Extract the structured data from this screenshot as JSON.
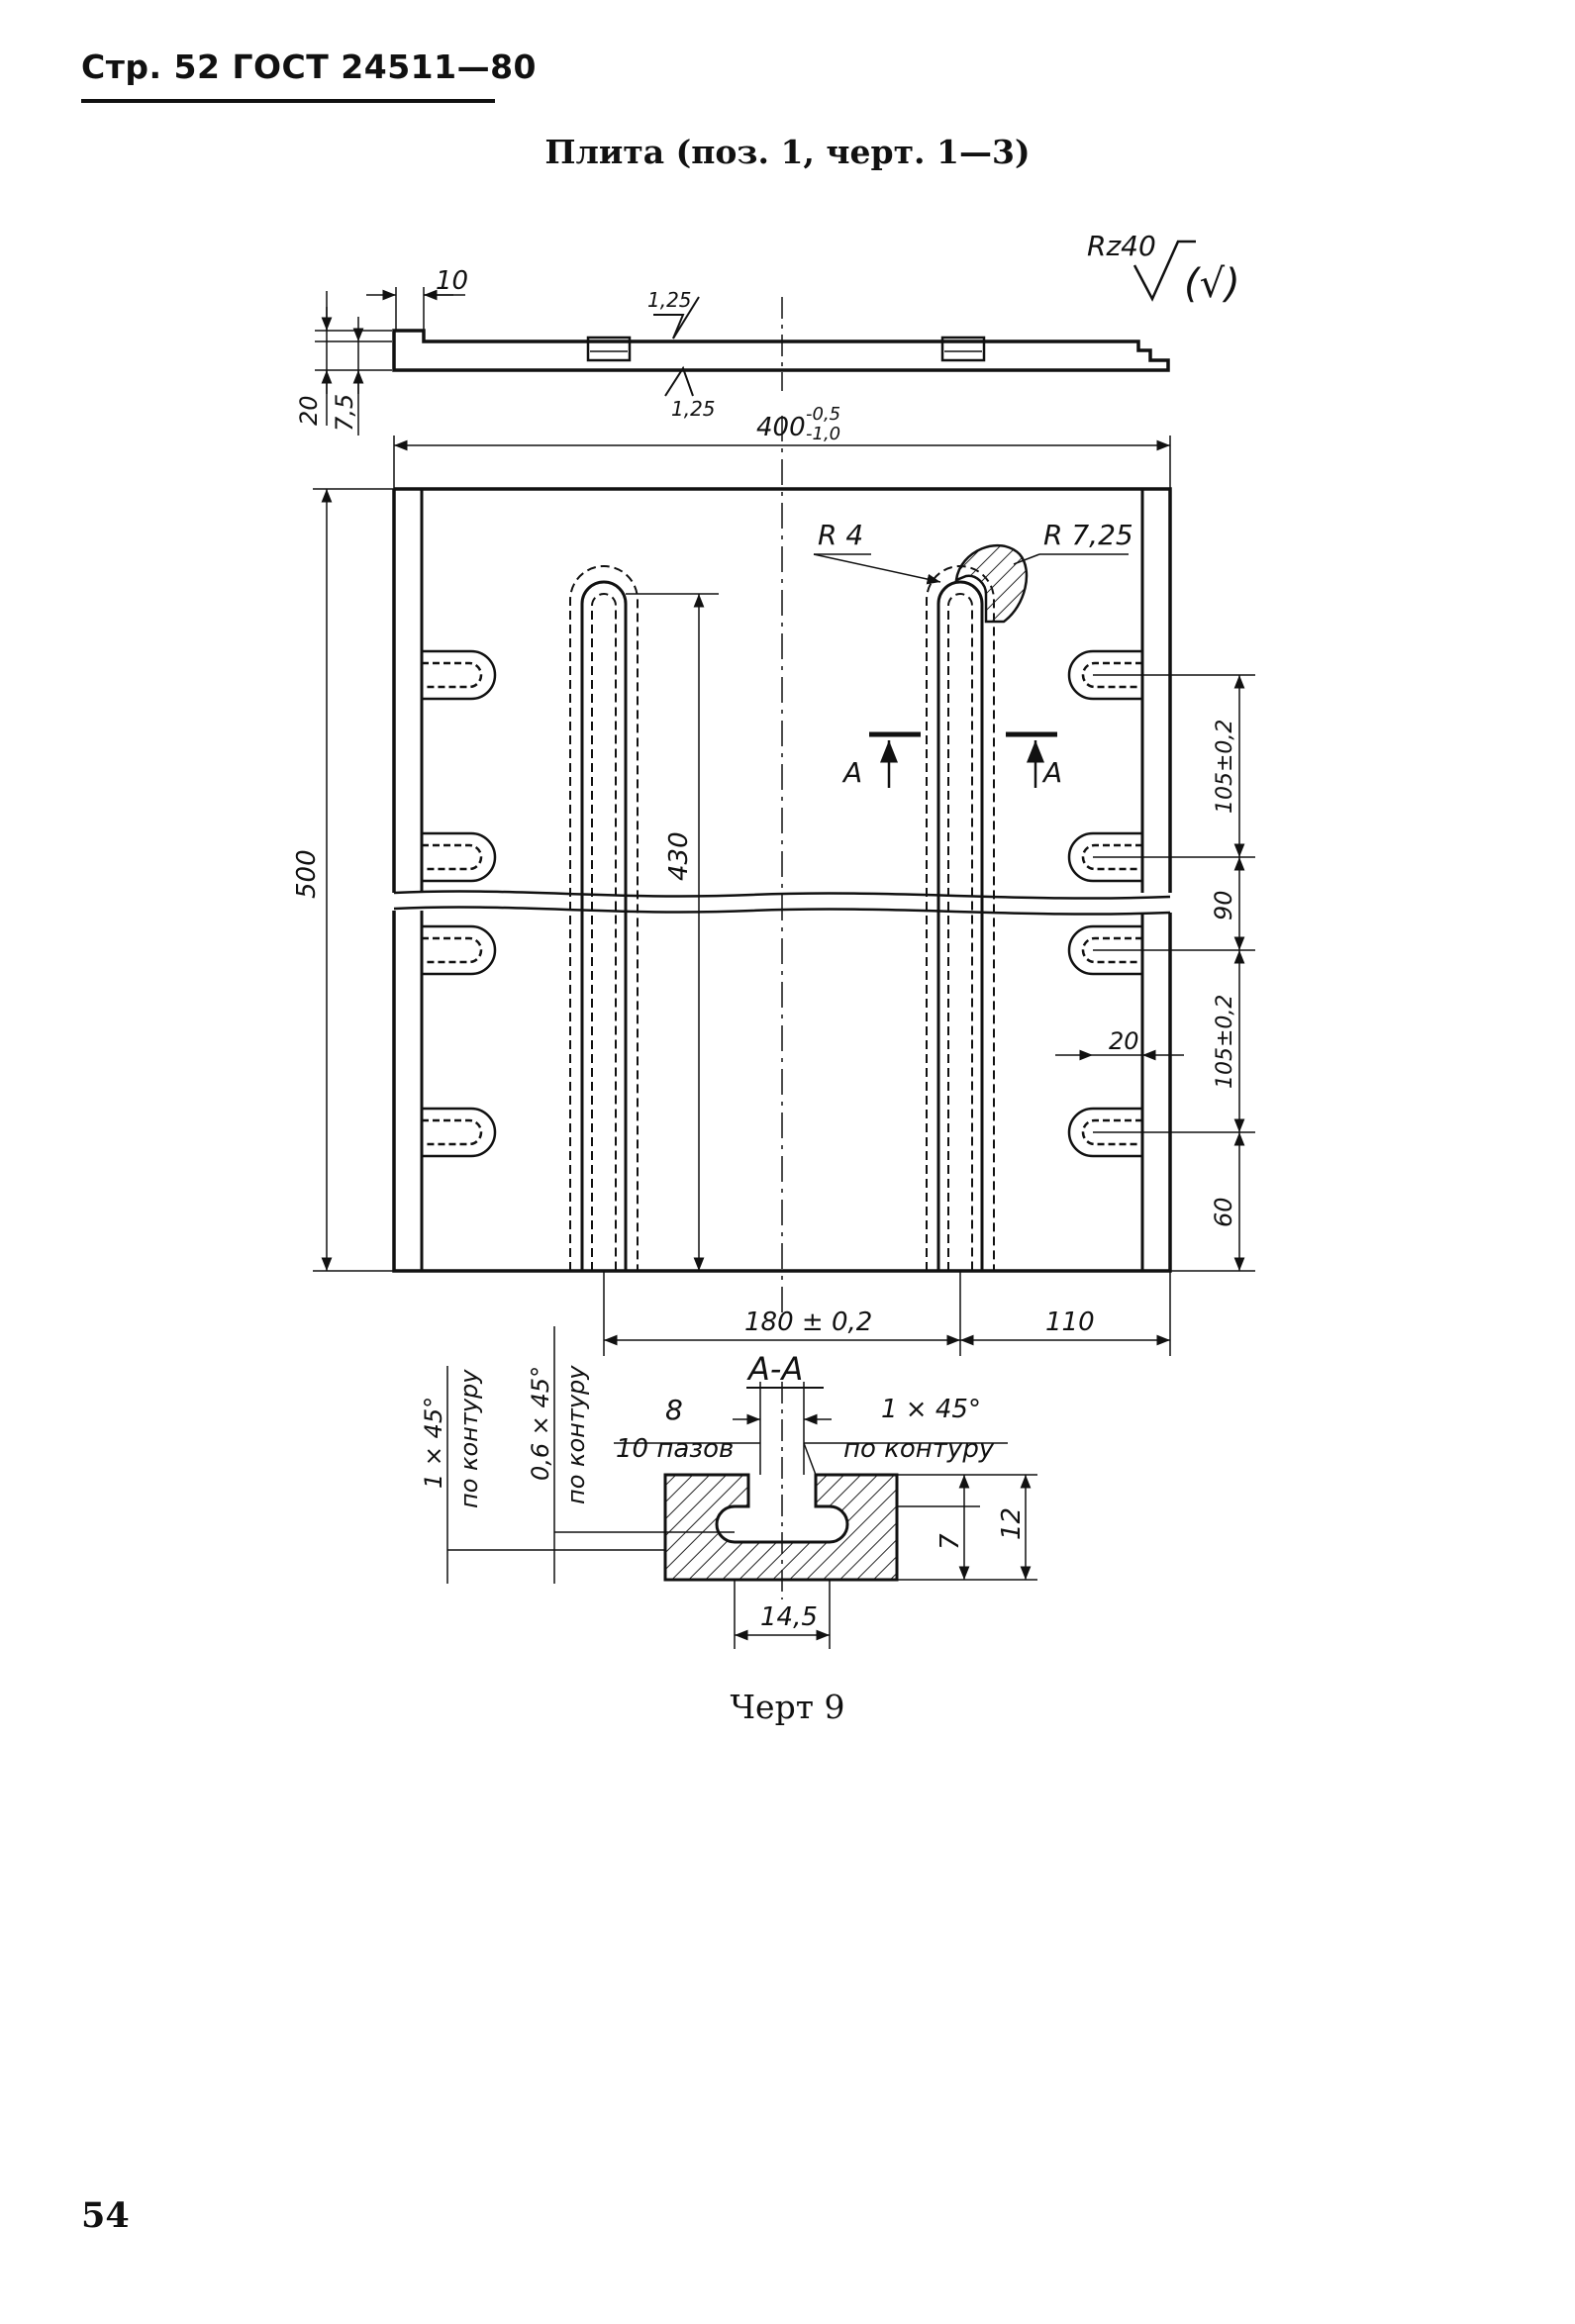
{
  "header": {
    "page_prefix": "Стр.",
    "page_label": "52",
    "standard": "ГОСТ",
    "standard_number": "24511—80"
  },
  "caption": "Плита (поз. 1, черт. 1—3)",
  "figure_caption": "Черт 9",
  "page_number": "54",
  "drawing": {
    "roughness": "Rz40",
    "roughness_check": "(√)",
    "dims": {
      "top_width_10": "10",
      "thickness_20": "20",
      "step_7_5": "7,5",
      "surface_1_25_top": "1,25",
      "surface_1_25_bottom": "1,25",
      "length_400": "400",
      "tol_upper": "-0,5",
      "tol_lower": "-1,0",
      "height_500": "500",
      "slot_length_430": "430",
      "radius_r4": "R 4",
      "radius_r7_25": "R 7,25",
      "pitch_105_a": "105±0,2",
      "pitch_90": "90",
      "pitch_105_b": "105±0,2",
      "edge_60": "60",
      "edge_20": "20",
      "spacing_180": "180 ± 0,2",
      "edge_110": "110",
      "section_mark_left": "A",
      "section_mark_right": "A",
      "section_title": "A-A",
      "chamfer_left": "1 × 45°",
      "chamfer_left_note": "по контуру",
      "chamfer_mid": "0,6 × 45°",
      "chamfer_mid_note": "по контуру",
      "slot_width": "8",
      "slot_count": "10 пазов",
      "chamfer_right": "1 × 45°",
      "chamfer_right_note": "по контуру",
      "depth_7": "7",
      "depth_12": "12",
      "width_14_5": "14,5"
    }
  }
}
